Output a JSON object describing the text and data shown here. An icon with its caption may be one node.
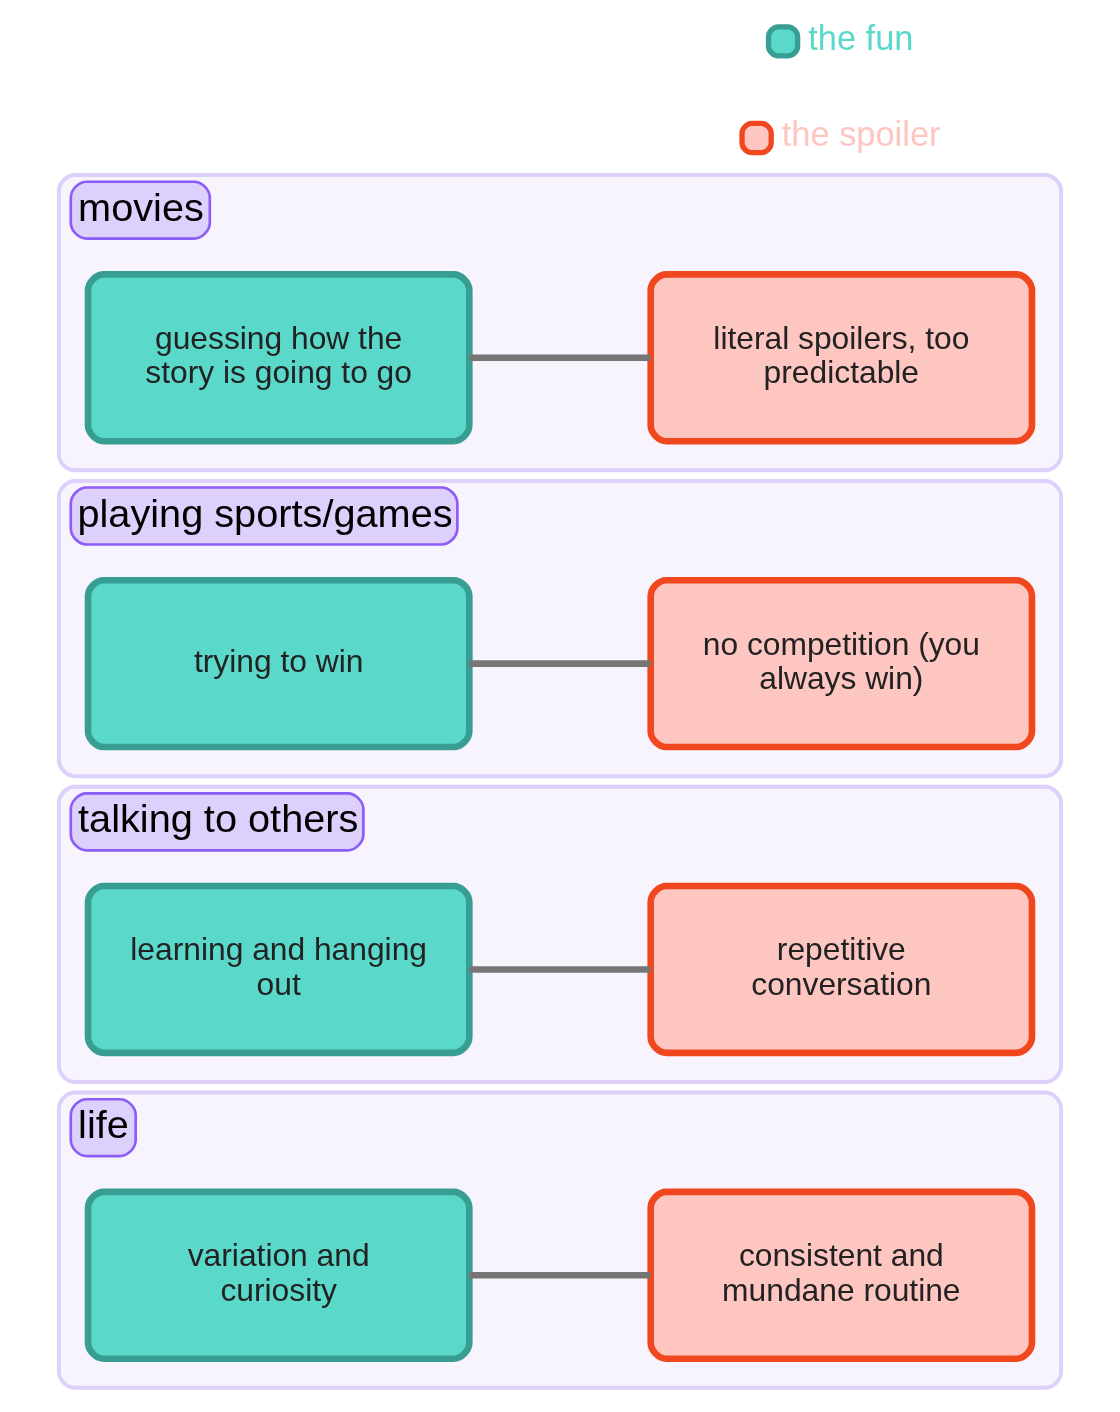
{
  "diagram": {
    "nodes": [
      {
        "text": [
          "movies"
        ]
      },
      {
        "text": [
          "guessing how the story is going to go"
        ],
        "in": 0
      },
      {
        "text": [
          "literal spoilers, too predictable"
        ],
        "in": 0
      },
      {
        "text": [
          "playing sports/games"
        ]
      },
      {
        "text": [
          "trying to win"
        ],
        "in": 3
      },
      {
        "text": [
          "no competition (you always win)"
        ],
        "in": 3
      },
      {
        "text": [
          "talking to others"
        ]
      },
      {
        "text": [
          "learning and hanging out"
        ],
        "in": 6
      },
      {
        "text": [
          "repetitive conversation"
        ],
        "in": 6
      },
      {
        "text": [
          "life"
        ]
      },
      {
        "text": [
          "variation and curiosity"
        ],
        "in": 9
      },
      {
        "text": [
          "consistent and mundane routine"
        ],
        "in": 9
      }
    ],
    "edges": [
      {
        "from": 1,
        "to": 2,
        "arrow": "none"
      },
      {
        "from": 4,
        "to": 5,
        "arrow": "none"
      },
      {
        "from": 7,
        "to": 8,
        "arrow": "none"
      },
      {
        "from": 10,
        "to": 11,
        "arrow": "none"
      }
    ],
    "legend": [
      {
        "text": "the fun",
        "color": "#5ad8c9"
      },
      {
        "text": "the spoiler",
        "color": "#fdc6c1"
      }
    ]
  }
}
